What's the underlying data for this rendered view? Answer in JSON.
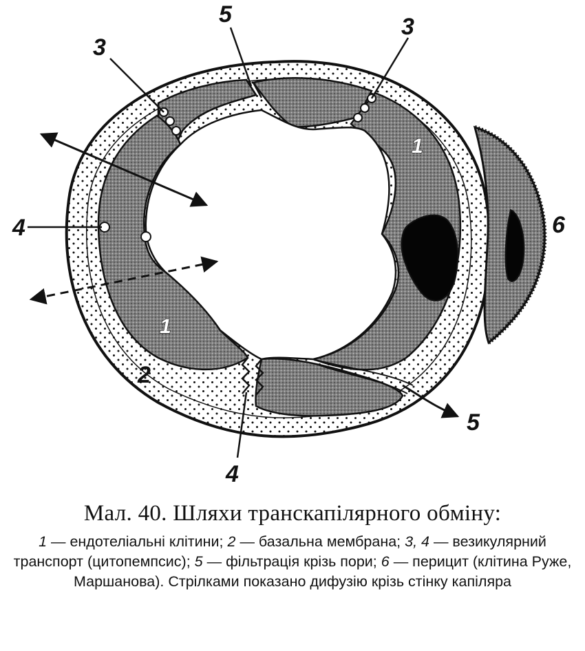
{
  "diagram": {
    "labels": {
      "vesicle_top_left": "3",
      "vesicle_top_right": "3",
      "pore_top": "5",
      "pore_bottom": "5",
      "endothelial_upper": "1",
      "endothelial_lower": "1",
      "basement_membrane": "2",
      "vesicle_left": "4",
      "vesicle_bottom": "4",
      "pericyte": "6"
    }
  },
  "caption": {
    "title": "Мал. 40. Шляхи транскапілярного обміну:",
    "legend": [
      {
        "num": "1",
        "text": " — ендотеліальні клітини; "
      },
      {
        "num": "2",
        "text": " — базальна мембрана; "
      },
      {
        "num": "3, 4",
        "text": " — везикулярний транспорт (цитопемпсис); "
      },
      {
        "num": "5",
        "text": " — фільтрація крізь пори; "
      },
      {
        "num": "6",
        "text": " — перицит (клітина Руже, Маршанова). Стрілками показано дифузію крізь стінку капіляра"
      }
    ]
  },
  "colors": {
    "ink": "#111111",
    "cell_fill": "#8a8a8a",
    "membrane_fill": "#ffffff"
  }
}
